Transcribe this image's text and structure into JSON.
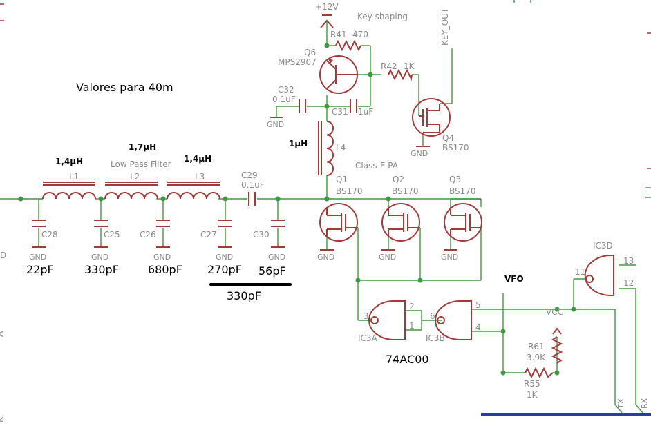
{
  "title": "Valores para 40m",
  "filter": {
    "section_label": "Low Pass Filter",
    "inductors": [
      {
        "ref": "L1",
        "value": "1,4µH"
      },
      {
        "ref": "L2",
        "value": "1,7µH"
      },
      {
        "ref": "L3",
        "value": "1,4µH"
      }
    ],
    "shunt_caps": [
      {
        "ref": "C28",
        "value": "22pF"
      },
      {
        "ref": "C25",
        "value": "330pF"
      },
      {
        "ref": "C26",
        "value": "680pF"
      },
      {
        "ref": "C27",
        "value": "270pF"
      },
      {
        "ref": "C30",
        "value": "56pF"
      }
    ],
    "series_cap": {
      "ref": "C29",
      "value": "0.1uF"
    },
    "correction": {
      "value": "330pF"
    }
  },
  "ground_label": "GND",
  "supply": {
    "label": "+12V"
  },
  "key_shaping": {
    "section_label": "Key shaping",
    "r41": {
      "ref": "R41",
      "value": "470"
    },
    "q6": {
      "ref": "Q6",
      "part": "MPS2907"
    },
    "r42": {
      "ref": "R42",
      "value": "1K"
    },
    "c32": {
      "ref": "C32",
      "value": "0.1uF"
    },
    "c31": {
      "ref": "C31",
      "value": "1uF"
    },
    "q4": {
      "ref": "Q4",
      "part": "BS170"
    },
    "key_out": "KEY_OUT"
  },
  "pa": {
    "section_label": "Class-E PA",
    "l4": {
      "ref": "L4",
      "value": "1µH"
    },
    "transistors": [
      {
        "ref": "Q1",
        "part": "BS170"
      },
      {
        "ref": "Q2",
        "part": "BS170"
      },
      {
        "ref": "Q3",
        "part": "BS170"
      }
    ]
  },
  "logic": {
    "chip": "74AC00",
    "vfo_label": "VFO",
    "vcc_label": "VCC",
    "gates": [
      {
        "ref": "IC3A",
        "pins": [
          "3",
          "2",
          "1"
        ]
      },
      {
        "ref": "IC3B",
        "pins": [
          "6",
          "5",
          "4"
        ]
      },
      {
        "ref": "IC3D",
        "pins": [
          "11",
          "13",
          "12"
        ]
      }
    ],
    "r61": {
      "ref": "R61",
      "value": "3.9K"
    },
    "r55": {
      "ref": "R55",
      "value": "1K"
    },
    "tx": "TX",
    "rx": "RX"
  },
  "edge_fragments": [
    "D",
    "A",
    "K"
  ],
  "colors": {
    "wire": "#3f9a3f",
    "part": "#a33a3a",
    "label": "#8a8a8a",
    "bus": "#2b3aa5"
  }
}
